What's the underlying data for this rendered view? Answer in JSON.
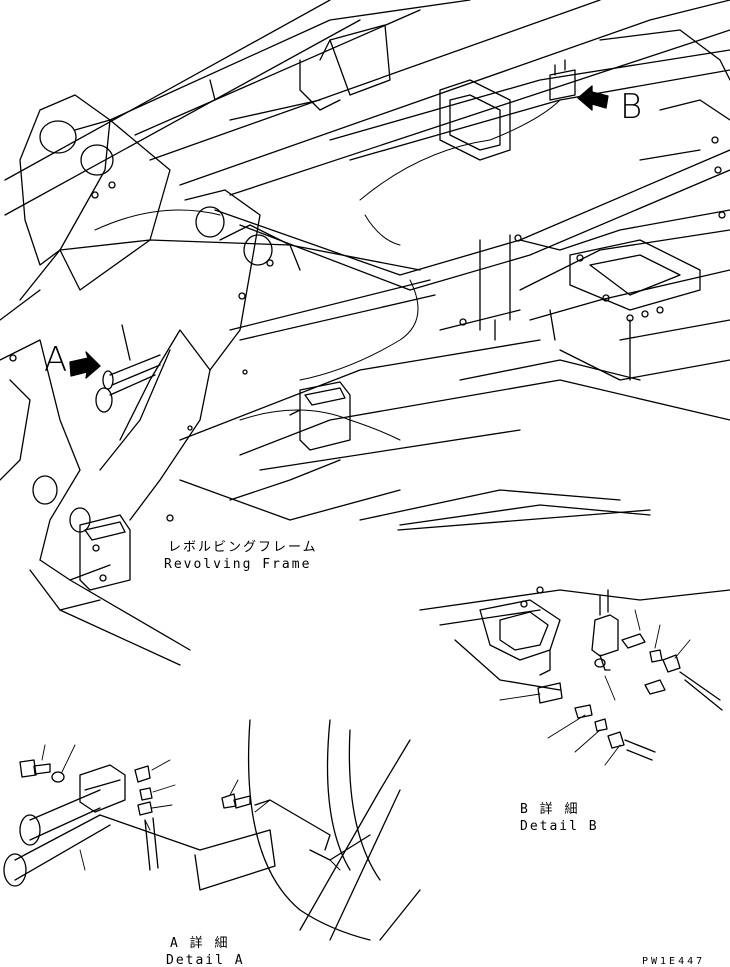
{
  "drawing": {
    "view_a_letter": "A",
    "view_b_letter": "B",
    "frame_label_jp": "レボルビングフレーム",
    "frame_label_en": "Revolving Frame",
    "detail_a_jp": "A 詳 細",
    "detail_a_en": "Detail A",
    "detail_b_jp": "B 詳 細",
    "detail_b_en": "Detail B",
    "drawing_code": "PW1E447",
    "line_color": "#000000",
    "background_color": "#ffffff"
  }
}
